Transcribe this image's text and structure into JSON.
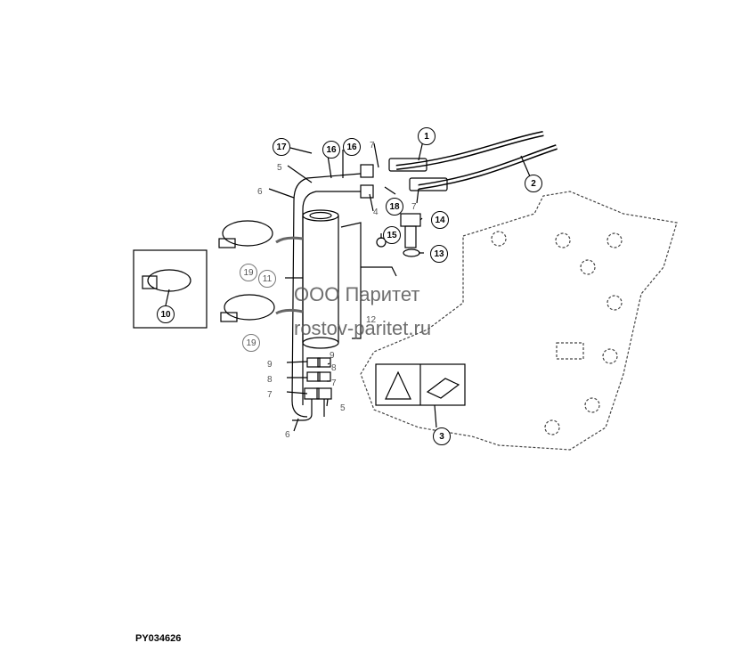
{
  "watermark": {
    "line1": "ООО Паритет",
    "line2": "rostov-paritet.ru"
  },
  "figure_code": "PY034626",
  "callouts": {
    "c1": "1",
    "c2": "2",
    "c3": "3",
    "c4": "4",
    "c5a": "5",
    "c5b": "5",
    "c6a": "6",
    "c6b": "6",
    "c7a": "7",
    "c7b": "7",
    "c7c": "7",
    "c7d": "7",
    "c8a": "8",
    "c8b": "8",
    "c9a": "9",
    "c9b": "9",
    "c10": "10",
    "c11": "11",
    "c12": "12",
    "c13": "13",
    "c14": "14",
    "c15": "15",
    "c16a": "16",
    "c16b": "16",
    "c17": "17",
    "c18": "18",
    "c19a": "19",
    "c19b": "19"
  }
}
